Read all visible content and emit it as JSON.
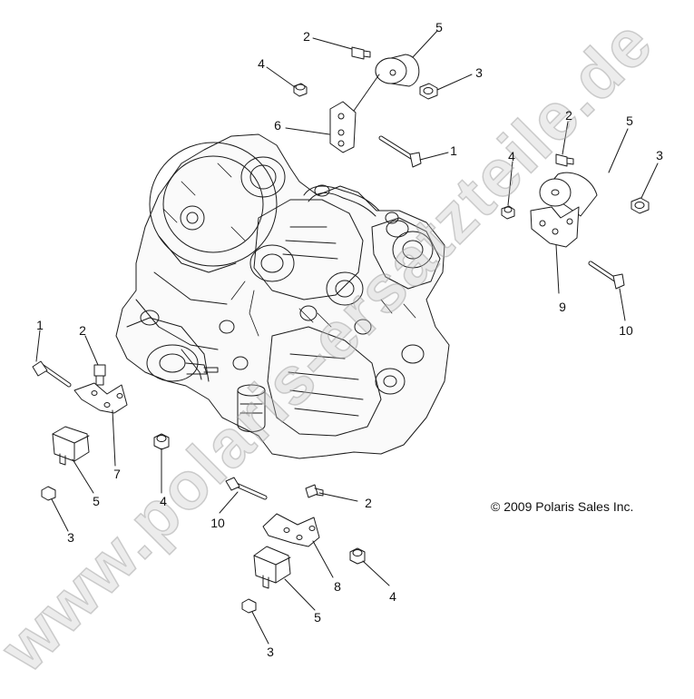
{
  "diagram": {
    "callouts": [
      "1",
      "2",
      "3",
      "4",
      "5",
      "6",
      "7",
      "8",
      "9",
      "10"
    ],
    "copyright": "© 2009 Polaris Sales Inc.",
    "watermark": "www.polaris-ersatzteile.de",
    "colors": {
      "line": "#1a1a1a",
      "fill": "#ffffff",
      "shade": "#e6e6e6"
    }
  }
}
